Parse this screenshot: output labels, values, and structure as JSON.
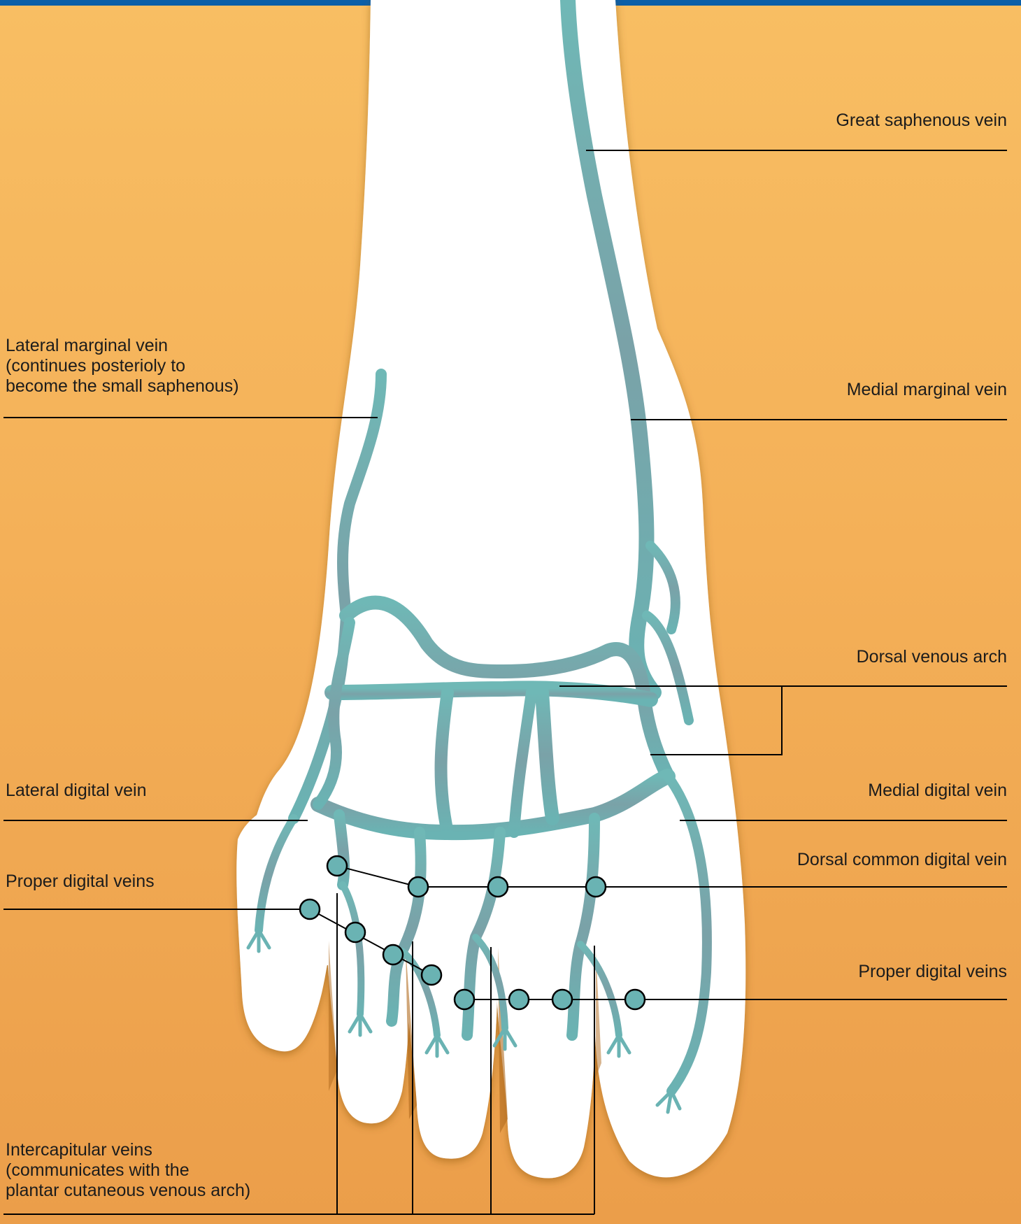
{
  "colors": {
    "background_top": "#f8be63",
    "background_bottom": "#eb9e4a",
    "top_bar": "#0b5fa8",
    "skin": "#ffffff",
    "vein": "#6aa7ab",
    "leader_line": "#000000"
  },
  "labels": {
    "great_saphenous": "Great saphenous vein",
    "lateral_marginal": "Lateral marginal vein\n(continues posterioly to\nbecome the small saphenous)",
    "medial_marginal": "Medial marginal vein",
    "dorsal_venous_arch": "Dorsal venous arch",
    "lateral_digital": "Lateral digital vein",
    "medial_digital": "Medial digital vein",
    "dorsal_common_digital": "Dorsal common digital vein",
    "proper_digital_left": "Proper digital veins",
    "proper_digital_right": "Proper digital veins",
    "intercapitular": "Intercapitular veins\n(communicates with the\nplantar cutaneous venous arch)"
  }
}
